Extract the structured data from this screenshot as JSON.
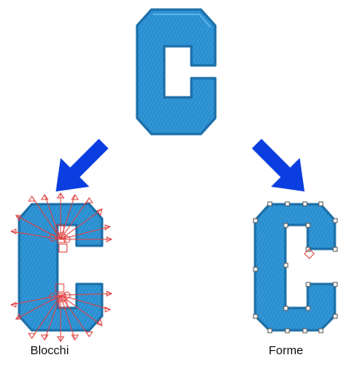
{
  "captions": {
    "left": "Blocchi",
    "right": "Forme"
  },
  "colors": {
    "letter_fill": "#2a8fd0",
    "letter_stroke": "#1c6fa8",
    "arrow": "#0a3ee0",
    "block_handles": "#e04040",
    "shape_nodes": "#555555"
  },
  "icons": [
    "letter-c-source",
    "letter-c-blocks",
    "letter-c-shapes",
    "arrow-down-left-icon",
    "arrow-down-right-icon"
  ]
}
